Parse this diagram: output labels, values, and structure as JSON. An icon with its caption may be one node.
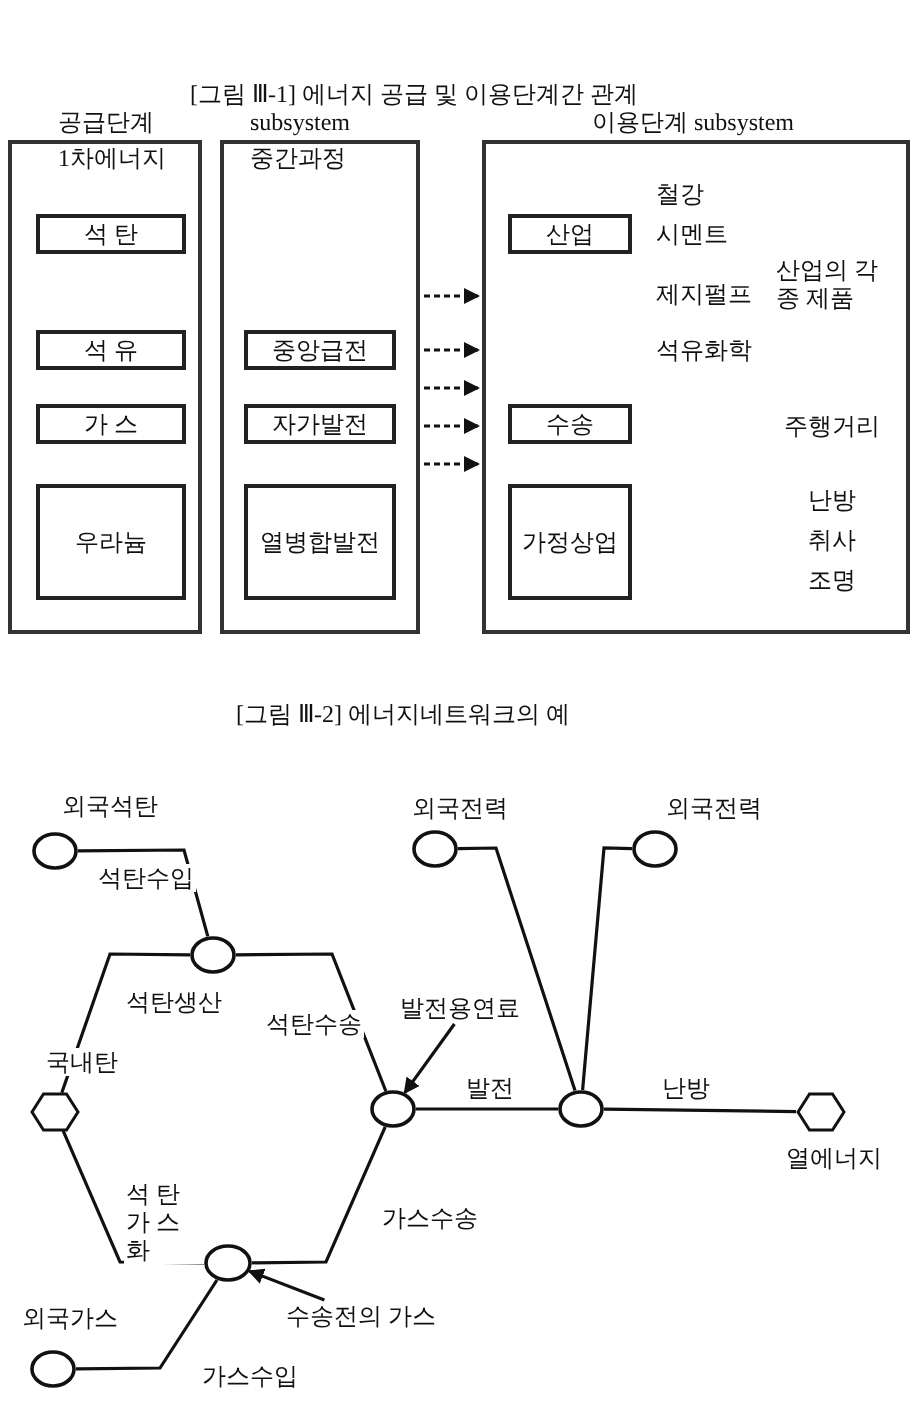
{
  "diagram": {
    "title": "[그림 Ⅲ-1] 에너지 공급 및 이용단계간 관계",
    "nodes": [
      {
        "text": [
          "공급단계",
          "1차에너지"
        ]
      },
      {
        "text": [
          "석 탄"
        ],
        "in": 0
      },
      {
        "text": [
          "석 유"
        ],
        "in": 0
      },
      {
        "text": [
          "가 스"
        ],
        "in": 0
      },
      {
        "text": [
          "우라늄"
        ],
        "in": 0
      },
      {
        "text": [
          "subsystem",
          "중간과정"
        ]
      },
      {
        "text": [
          "중앙급전"
        ],
        "in": 5
      },
      {
        "text": [
          "자가발전"
        ],
        "in": 5
      },
      {
        "text": [
          "열병합발전"
        ],
        "in": 5
      },
      {
        "text": [
          "이용단계 subsystem"
        ]
      },
      {
        "text": [
          "산업"
        ],
        "in": 9
      },
      {
        "text": [
          "수송"
        ],
        "in": 9
      },
      {
        "text": [
          "가정상업"
        ],
        "in": 9
      },
      {
        "text": [],
        "shape": "circle",
        "beside": [
          "외국석탄"
        ]
      },
      {
        "text": [],
        "shape": "circle",
        "beside": [
          "외국전력"
        ]
      },
      {
        "text": [],
        "shape": "circle",
        "beside": [
          "외국전력"
        ]
      },
      {
        "text": [],
        "shape": "circle"
      },
      {
        "text": [],
        "shape": "hexagon",
        "beside": [
          "국내탄"
        ]
      },
      {
        "text": [],
        "shape": "circle"
      },
      {
        "text": [],
        "shape": "circle"
      },
      {
        "text": [],
        "shape": "hexagon",
        "beside": [
          "열에너지"
        ]
      },
      {
        "text": [],
        "shape": "circle"
      },
      {
        "text": [],
        "shape": "circle",
        "beside": [
          "외국가스"
        ]
      },
      {
        "text": [
          "발전용연료"
        ]
      },
      {
        "text": [
          "수송전의 가스"
        ]
      }
    ],
    "edges": [
      {
        "from": 5,
        "to": 9,
        "arrow": "to",
        "style": "dashed"
      },
      {
        "from": 5,
        "to": 9,
        "arrow": "to",
        "style": "dashed"
      },
      {
        "from": 5,
        "to": 9,
        "arrow": "to",
        "style": "dashed"
      },
      {
        "from": 5,
        "to": 9,
        "arrow": "to",
        "style": "dashed"
      },
      {
        "from": 5,
        "to": 9,
        "arrow": "to",
        "style": "dashed"
      },
      {
        "from": 13,
        "to": 16,
        "arrow": "none",
        "label": "석탄수입"
      },
      {
        "from": 17,
        "to": 16,
        "arrow": "none",
        "label": "석탄생산"
      },
      {
        "from": 16,
        "to": 18,
        "arrow": "none",
        "label": "석탄수송"
      },
      {
        "from": 17,
        "to": 21,
        "arrow": "none",
        "label": "석 탄 가 스 화"
      },
      {
        "from": 21,
        "to": 18,
        "arrow": "none",
        "label": "가스수송"
      },
      {
        "from": 22,
        "to": 21,
        "arrow": "none",
        "label": "가스수입"
      },
      {
        "from": 18,
        "to": 19,
        "arrow": "none",
        "label": "발전"
      },
      {
        "from": 14,
        "to": 19,
        "arrow": "none"
      },
      {
        "from": 15,
        "to": 19,
        "arrow": "none"
      },
      {
        "from": 19,
        "to": 20,
        "arrow": "none",
        "label": "난방"
      },
      {
        "from": 23,
        "to": 18,
        "arrow": "to"
      },
      {
        "from": 24,
        "to": 21,
        "arrow": "to"
      }
    ],
    "labels": [
      "[그림 Ⅲ-2] 에너지네트워크의 예",
      "철강",
      "시멘트",
      "제지펄프",
      "석유화학",
      "산업의 각 종 제품",
      "주행거리",
      "난방",
      "취사",
      "조명"
    ]
  }
}
